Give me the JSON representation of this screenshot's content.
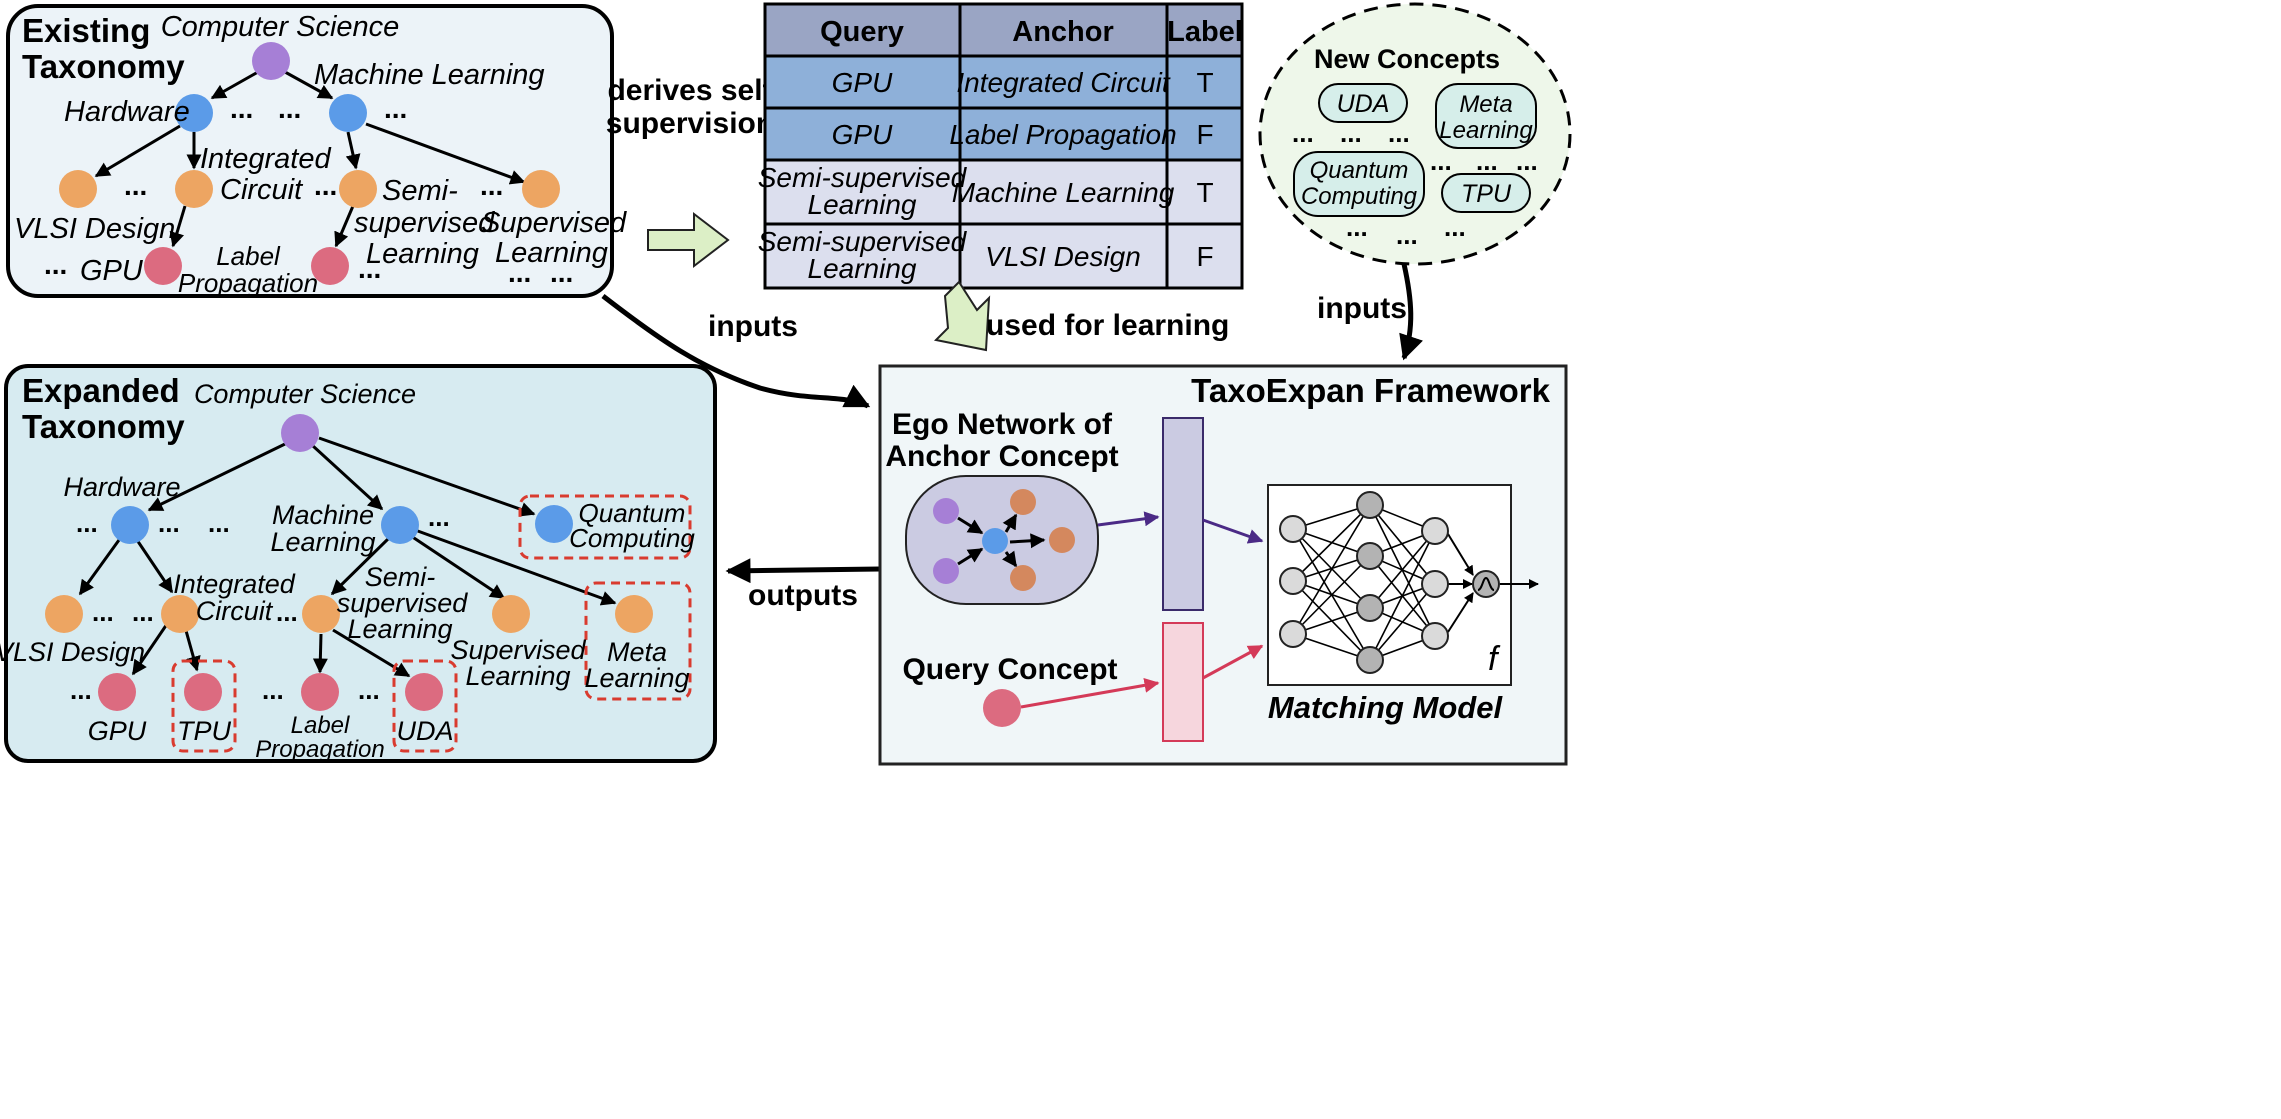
{
  "existing": {
    "title_line1": "Existing",
    "title_line2": "Taxonomy",
    "root": "Computer Science",
    "hardware": "Hardware",
    "ml": "Machine Learning",
    "ic_line1": "Integrated",
    "ic_line2": "Circuit",
    "vlsi": "VLSI Design",
    "semi_line1": "Semi-",
    "semi_line2": "supervised",
    "semi_line3": "Learning",
    "sup_line1": "Supervised",
    "sup_line2": "Learning",
    "gpu": "GPU",
    "lp_line1": "Label",
    "lp_line2": "Propagation",
    "ellipsis": "..."
  },
  "arrows": {
    "derives_line1": "derives self",
    "derives_line2": "supervision",
    "used": "used for learning",
    "inputs_left": "inputs",
    "inputs_right": "inputs",
    "outputs": "outputs"
  },
  "table": {
    "headers": [
      "Query",
      "Anchor",
      "Label"
    ],
    "rows": [
      {
        "query1": "GPU",
        "query2": "",
        "anchor": "Integrated Circuit",
        "label": "T"
      },
      {
        "query1": "GPU",
        "query2": "",
        "anchor": "Label Propagation",
        "label": "F"
      },
      {
        "query1": "Semi-supervised",
        "query2": "Learning",
        "anchor": "Machine Learning",
        "label": "T"
      },
      {
        "query1": "Semi-supervised",
        "query2": "Learning",
        "anchor": "VLSI Design",
        "label": "F"
      }
    ]
  },
  "new_concepts": {
    "title": "New Concepts",
    "uda": "UDA",
    "meta_line1": "Meta",
    "meta_line2": "Learning",
    "qc_line1": "Quantum",
    "qc_line2": "Computing",
    "tpu": "TPU"
  },
  "expanded": {
    "title_line1": "Expanded",
    "title_line2": "Taxonomy",
    "root": "Computer Science",
    "hardware": "Hardware",
    "ml_line1": "Machine",
    "ml_line2": "Learning",
    "qc_line1": "Quantum",
    "qc_line2": "Computing",
    "ic_line1": "Integrated",
    "ic_line2": "Circuit",
    "semi_line1": "Semi-",
    "semi_line2": "supervised",
    "semi_line3": "Learning",
    "vlsi": "VLSI Design",
    "sup_line1": "Supervised",
    "sup_line2": "Learning",
    "meta_line1": "Meta",
    "meta_line2": "Learning",
    "gpu": "GPU",
    "tpu": "TPU",
    "lp_line1": "Label",
    "lp_line2": "Propagation",
    "uda": "UDA"
  },
  "framework": {
    "title": "TaxoExpan Framework",
    "ego_line1": "Ego Network of",
    "ego_line2": "Anchor Concept",
    "query": "Query Concept",
    "model": "Matching Model",
    "f": "f"
  },
  "colors": {
    "purple_node": "#a67fd6",
    "blue_node": "#5b9be8",
    "orange_node": "#eda562",
    "pink_node": "#dc6b80",
    "table_blue": "#8eb0d9",
    "table_light": "#dcdfee",
    "table_header": "#9aa5c4",
    "existing_bg": "#ecf3f8",
    "expanded_bg": "#d7ebf1",
    "framework_bg": "#f0f6f8",
    "new_bg": "#eef7ea",
    "pill_bg": "#d6eeea",
    "dashed_red": "#d93b2f",
    "arrow_green": "#dcefc6",
    "purple_arrow": "#4b2a86",
    "pink_arrow": "#d43a58"
  }
}
